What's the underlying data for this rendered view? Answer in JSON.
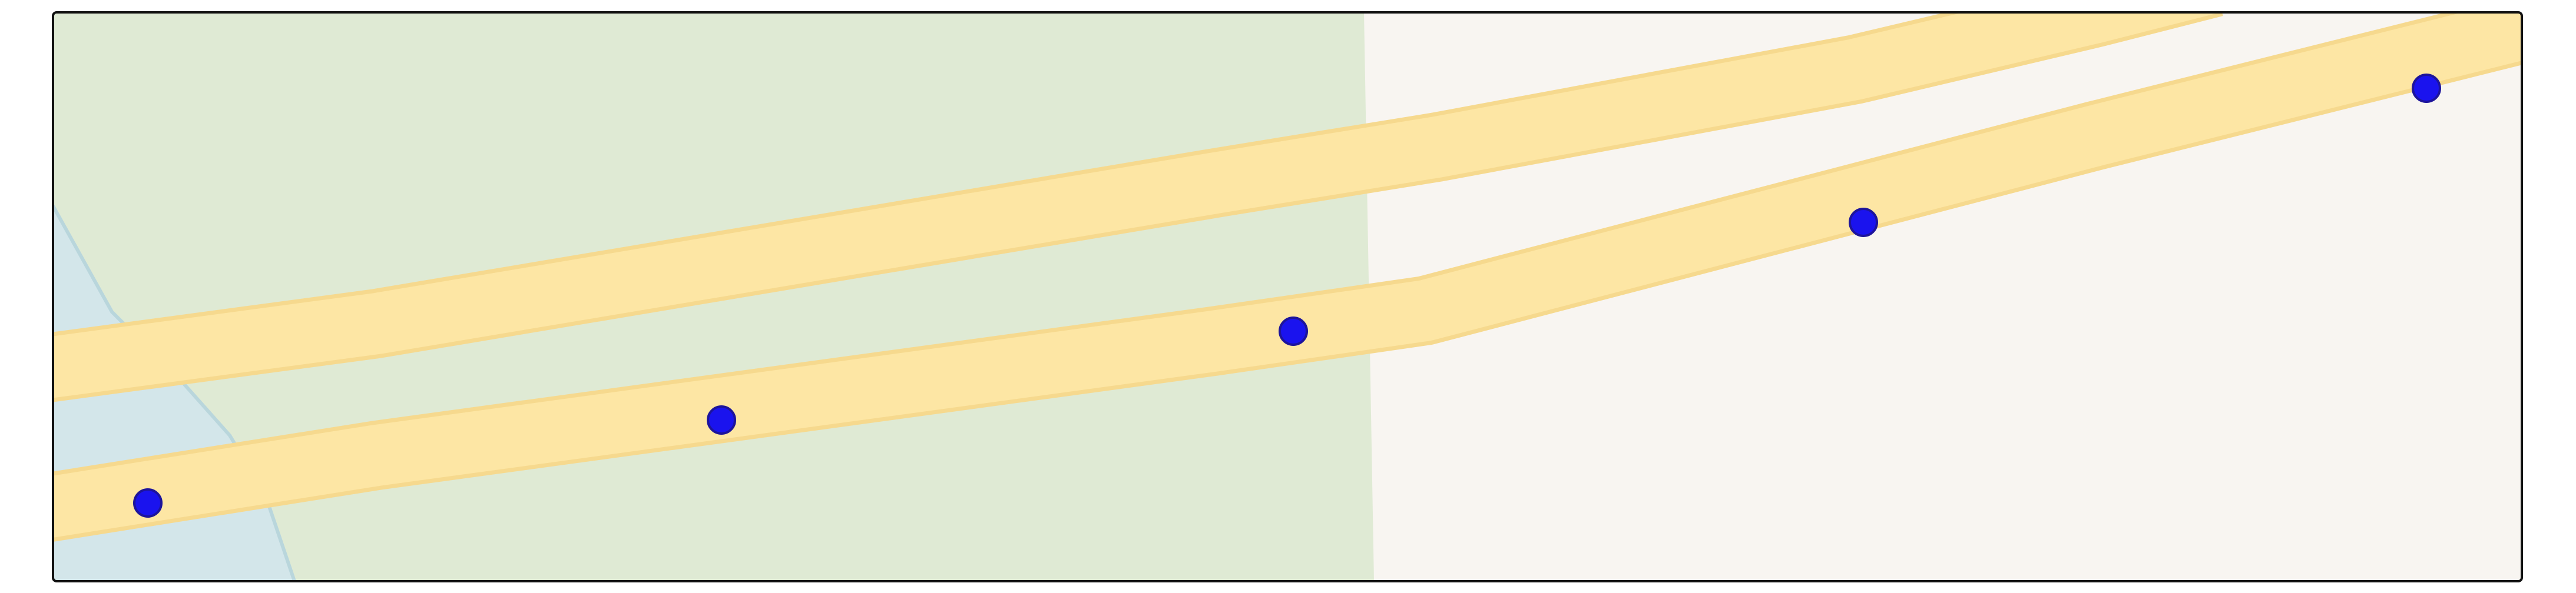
{
  "map": {
    "colors": {
      "park": "#dfead4",
      "land": "#f8f5f1",
      "water": "#d3e6ea",
      "water_edge": "#b9d6dc",
      "road_fill": "#fde6a4",
      "road_casing": "#f6d98e",
      "marker_fill": "#1a13ee",
      "marker_stroke": "#1d149b",
      "frame": "#111111"
    },
    "markers": [
      {
        "id": "stop-1"
      },
      {
        "id": "stop-2"
      },
      {
        "id": "stop-3"
      },
      {
        "id": "stop-4"
      },
      {
        "id": "stop-5"
      }
    ]
  }
}
